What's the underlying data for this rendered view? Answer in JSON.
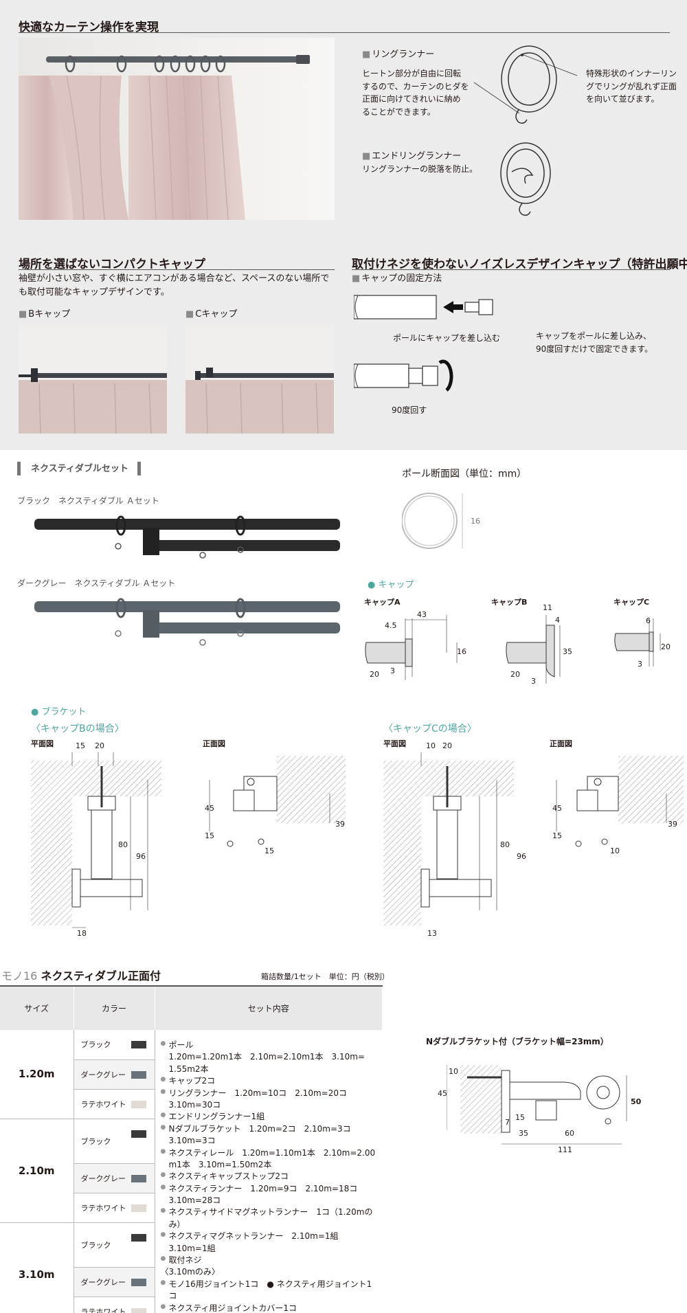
{
  "section1": {
    "title": "快適なカーテン操作を実現",
    "ring_runner": {
      "heading": "リングランナー",
      "desc": [
        "ヒートン部分が自由に回転",
        "するので、カーテンのヒダを",
        "正面に向けてきれいに納め",
        "ることができます。"
      ],
      "note": [
        "特殊形状のインナーリン",
        "グでリングが乱れず正面",
        "を向いて並びます。"
      ]
    },
    "end_ring_runner": {
      "heading": "エンドリングランナー",
      "desc": "リングランナーの脱落を防止。"
    }
  },
  "section2": {
    "title": "場所を選ばないコンパクトキャップ",
    "desc": [
      "袖壁が小さい窓や、すぐ横にエアコンがある場合など、スペースのない場所で",
      "も取付可能なキャップデザインです。"
    ],
    "b_cap": "Bキャップ",
    "c_cap": "Cキャップ"
  },
  "section3": {
    "title": "取付けネジを使わないノイズレスデザインキャップ（特許出願中）",
    "fixing": "キャップの固定方法",
    "step1": "ポールにキャップを差し込む",
    "step2": "90度回す",
    "note": [
      "キャップをポールに差し込み、",
      "90度回すだけで固定できます。"
    ]
  },
  "set_section": {
    "title": "ネクスティダブルセット",
    "black_label": "ブラック　ネクスティダブル Ａセット",
    "grey_label": "ダークグレー　ネクスティダブル Ａセット",
    "pole_section_title": "ポール断面図（単位：mm）",
    "pole_dim": "16",
    "cap_heading": "キャップ",
    "cap_a": "キャップA",
    "cap_b": "キャップB",
    "cap_c": "キャップC",
    "cap_a_dims": {
      "d1": "43",
      "d2": "4.5",
      "d3": "16",
      "d4": "20",
      "d5": "3"
    },
    "cap_b_dims": {
      "d1": "11",
      "d2": "4",
      "d3": "35",
      "d4": "20",
      "d5": "3"
    },
    "cap_c_dims": {
      "d1": "6",
      "d2": "20",
      "d3": "3"
    }
  },
  "bracket": {
    "heading": "ブラケット",
    "case_b": "〈キャップBの場合〉",
    "case_c": "〈キャップCの場合〉",
    "plan": "平面図",
    "front": "正面図",
    "b_dims": {
      "w1": "15",
      "w2": "20",
      "h1": "80",
      "h2": "96",
      "bottom": "18",
      "f1": "45",
      "f2": "15",
      "f3": "39",
      "f4": "15"
    },
    "c_dims": {
      "w1": "10",
      "w2": "20",
      "h1": "80",
      "h2": "96",
      "bottom": "13",
      "f1": "45",
      "f2": "15",
      "f3": "39",
      "f4": "10"
    }
  },
  "table": {
    "model_prefix": "モノ16",
    "model_name": "ネクスティダブル正面付",
    "meta": "箱詰数量/1セット　単位：円（税別）",
    "headers": [
      "サイズ",
      "カラー",
      "セット内容"
    ],
    "sizes": [
      "1.20m",
      "2.10m",
      "3.10m"
    ],
    "colors": [
      {
        "name": "ブラック",
        "hex": "#3a3a3a"
      },
      {
        "name": "ダークグレー",
        "hex": "#6b737a"
      },
      {
        "name": "ラテホワイト",
        "hex": "#e0dcd5"
      }
    ],
    "contents": [
      {
        "type": "item",
        "text": "ポール"
      },
      {
        "type": "plain",
        "text": "1.20m=1.20m1本　2.10m=2.10m1本　3.10m="
      },
      {
        "type": "plain",
        "text": "1.55m2本"
      },
      {
        "type": "item",
        "text": "キャップ2コ"
      },
      {
        "type": "item",
        "text": "リングランナー　1.20m=10コ　2.10m=20コ"
      },
      {
        "type": "plain",
        "text": "3.10m=30コ"
      },
      {
        "type": "item",
        "text": "エンドリングランナー1組"
      },
      {
        "type": "item",
        "text": "Nダブルブラケット　1.20m=2コ　2.10m=3コ"
      },
      {
        "type": "plain",
        "text": "3.10m=3コ"
      },
      {
        "type": "item",
        "text": "ネクスティレール　1.20m=1.10m1本　2.10m=2.00"
      },
      {
        "type": "plain",
        "text": "m1本　3.10m=1.50m2本"
      },
      {
        "type": "item",
        "text": "ネクスティキャップストップ2コ"
      },
      {
        "type": "item",
        "text": "ネクスティランナー　1.20m=9コ　2.10m=18コ"
      },
      {
        "type": "plain",
        "text": "3.10m=28コ"
      },
      {
        "type": "item",
        "text": "ネクスティサイドマグネットランナー　1コ（1.20mのみ）"
      },
      {
        "type": "item",
        "text": "ネクスティマグネットランナー　2.10m=1組　3.10m=1組"
      },
      {
        "type": "item",
        "text": "取付ネジ"
      },
      {
        "type": "bare",
        "text": "〈3.10mのみ〉"
      },
      {
        "type": "item",
        "text": "モノ16用ジョイント1コ　● ネクスティ用ジョイント1コ"
      },
      {
        "type": "item",
        "text": "ネクスティ用ジョイントカバー1コ"
      },
      {
        "type": "item",
        "text": "ネクスティシングルブラケット2コ"
      }
    ]
  },
  "n_bracket": {
    "title": "Nダブルブラケット付（ブラケット幅=23mm）",
    "dims": {
      "d10": "10",
      "d45": "45",
      "d50": "50",
      "d7": "7",
      "d15": "15",
      "d35": "35",
      "d60": "60",
      "d111": "111"
    }
  },
  "colors": {
    "curtain": "#d9c3c0",
    "rod_black": "#2a2a2a",
    "rod_grey": "#5d656c",
    "teal": "#4fa6a0"
  }
}
